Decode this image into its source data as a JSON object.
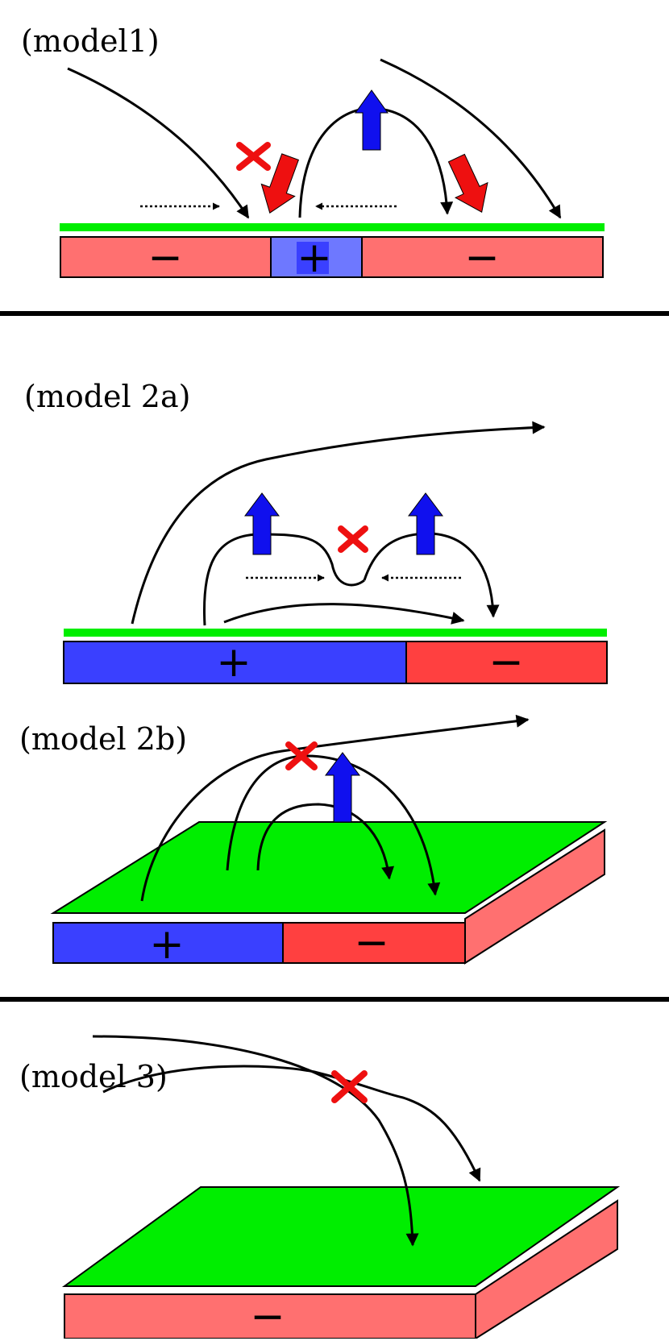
{
  "panels": {
    "model1": {
      "label": "(model1)",
      "left_sign": "−",
      "center_sign": "+",
      "right_sign": "−"
    },
    "model2a": {
      "label": "(model 2a)",
      "left_sign": "+",
      "right_sign": "−"
    },
    "model2b": {
      "label": "(model 2b)",
      "left_sign": "+",
      "right_sign": "−"
    },
    "model3": {
      "label": "(model 3)",
      "sign": "−"
    }
  },
  "colors": {
    "green_layer": "#00ee00",
    "positive_blue": "#3333ff",
    "light_blue": "#6e78ff",
    "negative_red": "#ff4040",
    "pink": "#ff7070",
    "arrow_blue": "#0000ee",
    "arrow_red": "#ee1010",
    "cross_red": "#ee1010"
  },
  "icons": {
    "up_arrow": "blue-up-arrow-icon",
    "down_arrow": "red-down-arrow-icon",
    "cross": "red-x-icon"
  }
}
